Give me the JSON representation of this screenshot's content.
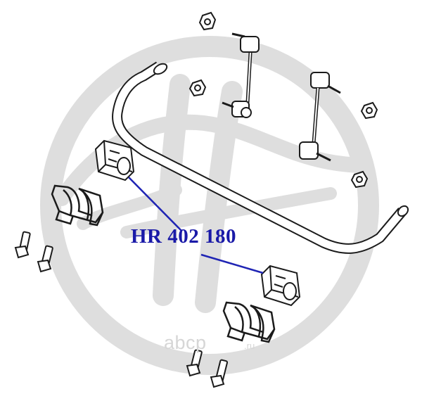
{
  "diagram": {
    "part_number": "HR 402 180",
    "colors": {
      "label": "#1a1aa8",
      "leader": "#1f24b4",
      "line": "#1b1b1b",
      "watermark": "#dedede",
      "abcp": "#d6d6d6"
    },
    "watermark_text": {
      "name": "abcp",
      "tld": ".ru"
    }
  }
}
